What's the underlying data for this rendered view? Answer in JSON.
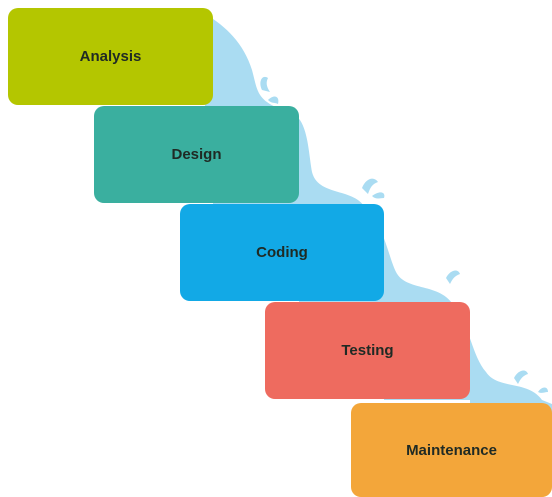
{
  "steps": [
    {
      "label": "Analysis",
      "color": "#b4c600"
    },
    {
      "label": "Design",
      "color": "#3aaf9f"
    },
    {
      "label": "Coding",
      "color": "#12a9e6"
    },
    {
      "label": "Testing",
      "color": "#ee6b5f"
    },
    {
      "label": "Maintenance",
      "color": "#f3a63a"
    }
  ],
  "colors": {
    "water": "#aadcf2",
    "background": "#ffffff"
  }
}
